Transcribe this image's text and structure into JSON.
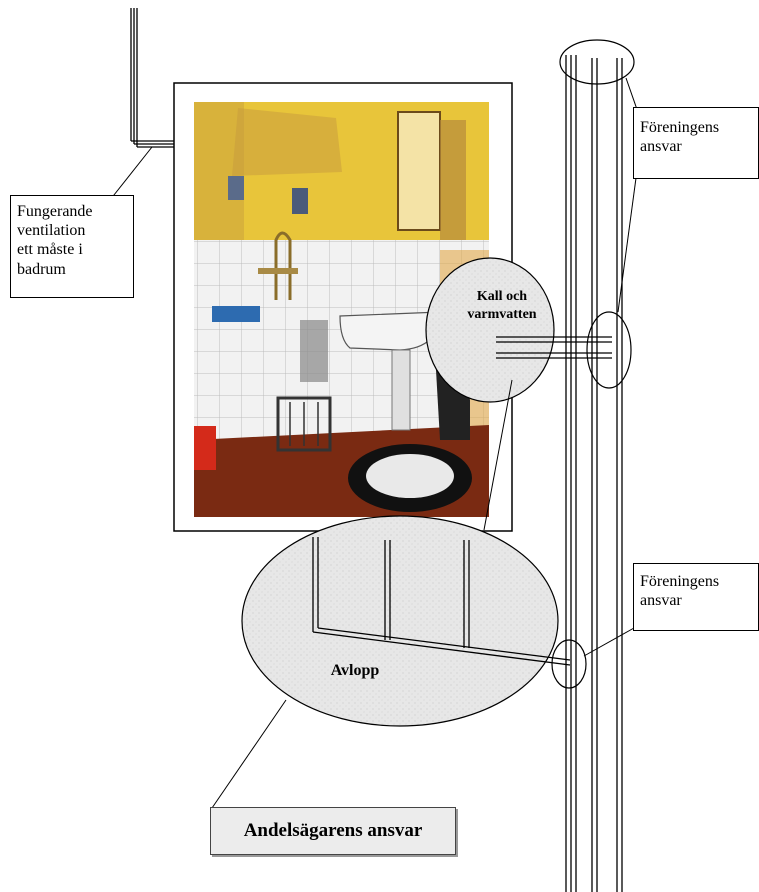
{
  "labels": {
    "ventilation": [
      "Fungerande",
      "ventilation",
      "ett måste i",
      "badrum"
    ],
    "forening_top": [
      "Föreningens",
      "ansvar"
    ],
    "forening_bottom": [
      "Föreningens",
      "ansvar"
    ],
    "water": [
      "Kall och",
      "varmvatten"
    ],
    "drain": "Avlopp",
    "owner": "Andelsägarens ansvar"
  },
  "colors": {
    "line": "#000000",
    "bubble_fill": "#e7e7e7",
    "owner_box_fill": "#ececec",
    "wall_yellow": "#e8c53a",
    "wall_tiles": "#f2f2f2",
    "floor": "#7a2a12"
  }
}
